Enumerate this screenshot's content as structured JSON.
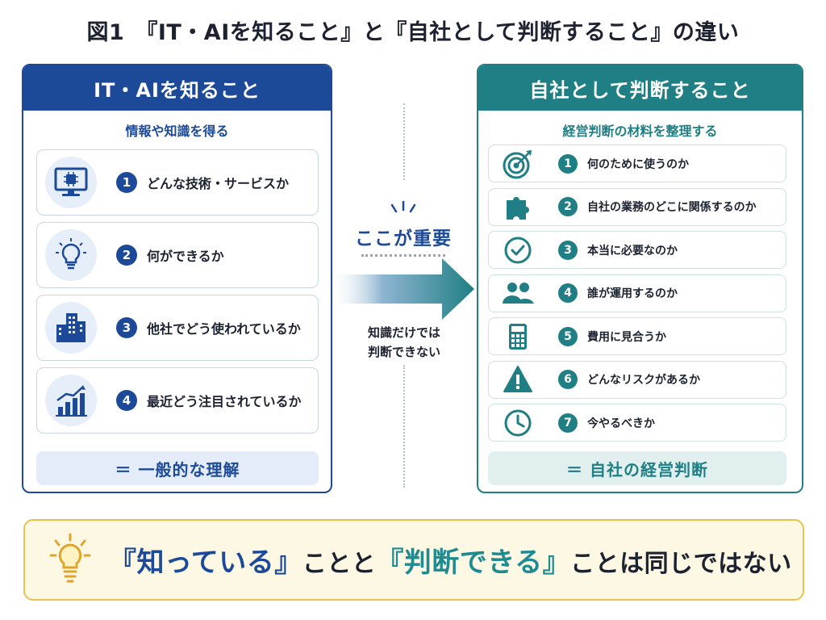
{
  "title": "図1　『IT・AIを知ること』と『自社として判断すること』の違い",
  "colors": {
    "navy": "#1d4a98",
    "teal": "#1f7f84",
    "banner_bg": "#fdf8e4",
    "banner_border": "#e8c14f"
  },
  "left": {
    "header": "IT・AIを知ること",
    "subtitle": "情報や知識を得る",
    "items": [
      {
        "num": "1",
        "label": "どんな技術・サービスか",
        "icon": "computer-chip-icon"
      },
      {
        "num": "2",
        "label": "何ができるか",
        "icon": "lightbulb-icon"
      },
      {
        "num": "3",
        "label": "他社でどう使われているか",
        "icon": "buildings-icon"
      },
      {
        "num": "4",
        "label": "最近どう注目されているか",
        "icon": "growth-chart-icon"
      }
    ],
    "summary": "＝ 一般的な理解"
  },
  "middle": {
    "important": "ここが重要",
    "note_line1": "知識だけでは",
    "note_line2": "判断できない"
  },
  "right": {
    "header": "自社として判断すること",
    "subtitle": "経営判断の材料を整理する",
    "items": [
      {
        "num": "1",
        "label": "何のために使うのか",
        "icon": "target-icon"
      },
      {
        "num": "2",
        "label": "自社の業務のどこに関係するのか",
        "icon": "puzzle-icon"
      },
      {
        "num": "3",
        "label": "本当に必要なのか",
        "icon": "check-circle-icon"
      },
      {
        "num": "4",
        "label": "誰が運用するのか",
        "icon": "people-icon"
      },
      {
        "num": "5",
        "label": "費用に見合うか",
        "icon": "calculator-icon"
      },
      {
        "num": "6",
        "label": "どんなリスクがあるか",
        "icon": "warning-icon"
      },
      {
        "num": "7",
        "label": "今やるべきか",
        "icon": "clock-icon"
      }
    ],
    "summary": "＝ 自社の経営判断"
  },
  "banner": {
    "part1": "『知っている』",
    "part2": "ことと",
    "part3": "『判断できる』",
    "part4": "ことは同じではない",
    "icon": "lightbulb-icon"
  }
}
